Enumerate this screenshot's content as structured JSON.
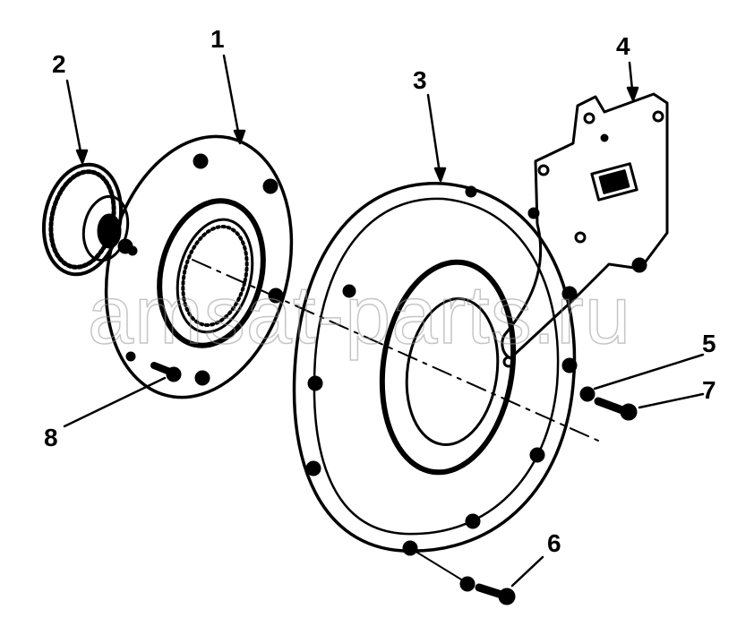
{
  "diagram": {
    "callouts": [
      "1",
      "2",
      "3",
      "4",
      "5",
      "6",
      "7",
      "8"
    ],
    "watermark": "amsat-parts.ru",
    "colors": {
      "line": "#000000",
      "background": "#ffffff",
      "watermark": "#969696"
    }
  }
}
